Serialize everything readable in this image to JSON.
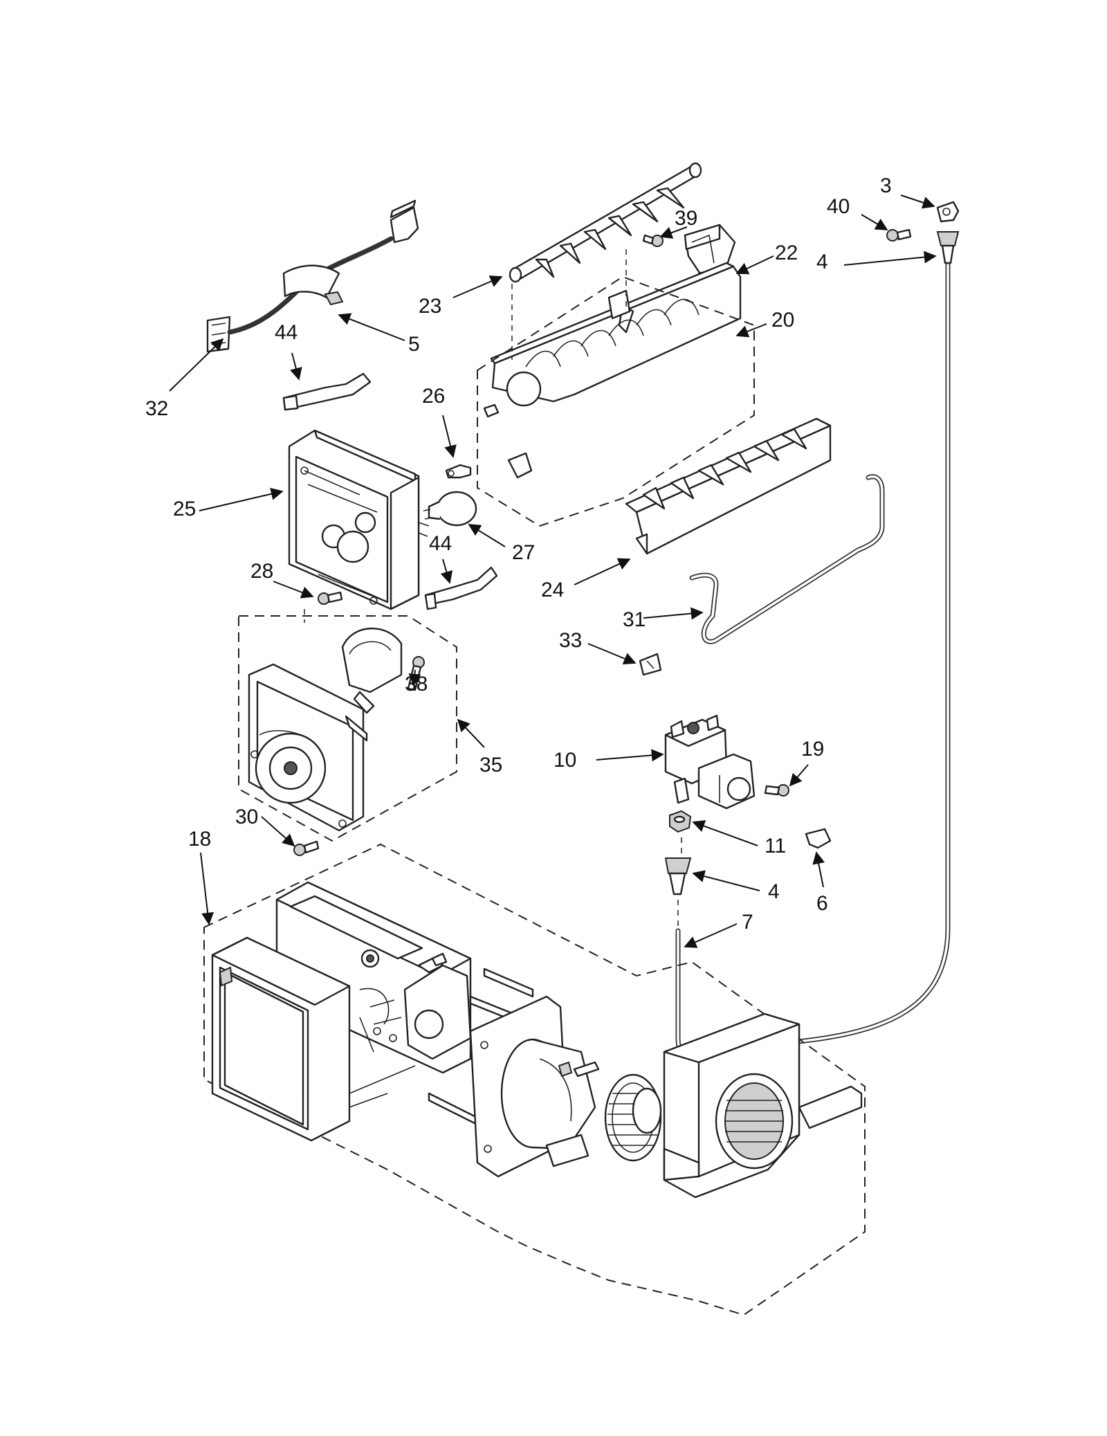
{
  "callouts": {
    "c3": "3",
    "c40": "40",
    "c39": "39",
    "c22": "22",
    "c4a": "4",
    "c23": "23",
    "c20": "20",
    "c5": "5",
    "c44a": "44",
    "c32": "32",
    "c26": "26",
    "c25": "25",
    "c44b": "44",
    "c27": "27",
    "c24": "24",
    "c28": "28",
    "c31": "31",
    "c33": "33",
    "c38": "38",
    "c35": "35",
    "c19": "19",
    "c10": "10",
    "c18": "18",
    "c30": "30",
    "c11": "11",
    "c4b": "4",
    "c6": "6",
    "c7": "7"
  }
}
